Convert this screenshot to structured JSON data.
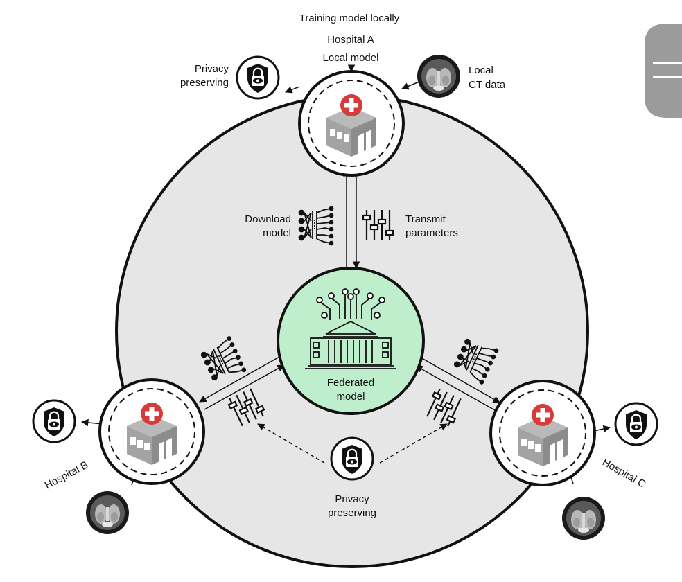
{
  "hospital_a": {
    "top_caption": "Training model locally",
    "name": "Hospital A",
    "local_model": "Local model"
  },
  "hospital_b": {
    "name": "Hospital B"
  },
  "hospital_c": {
    "name": "Hospital C"
  },
  "privacy_top": {
    "line1": "Privacy",
    "line2": "preserving"
  },
  "privacy_bottom": {
    "line1": "Privacy",
    "line2": "preserving"
  },
  "ct_data": {
    "line1": "Local",
    "line2": "CT data"
  },
  "download": {
    "line1": "Download",
    "line2": "model"
  },
  "transmit": {
    "line1": "Transmit",
    "line2": "parameters"
  },
  "federated": {
    "line1": "Federated",
    "line2": "model"
  },
  "colors": {
    "ring_fill": "#e6e6e6",
    "federated_fill": "#bfeecd",
    "hospital_red": "#d63a3a",
    "building_gray": "#9a9a9a",
    "outline": "#111111"
  },
  "icons": {
    "privacy": "shield-lock-eye-icon",
    "ct": "ct-scan-icon",
    "hospital": "hospital-building-icon",
    "network": "neural-network-icon",
    "sliders": "sliders-icon",
    "federated": "federated-building-icon"
  }
}
